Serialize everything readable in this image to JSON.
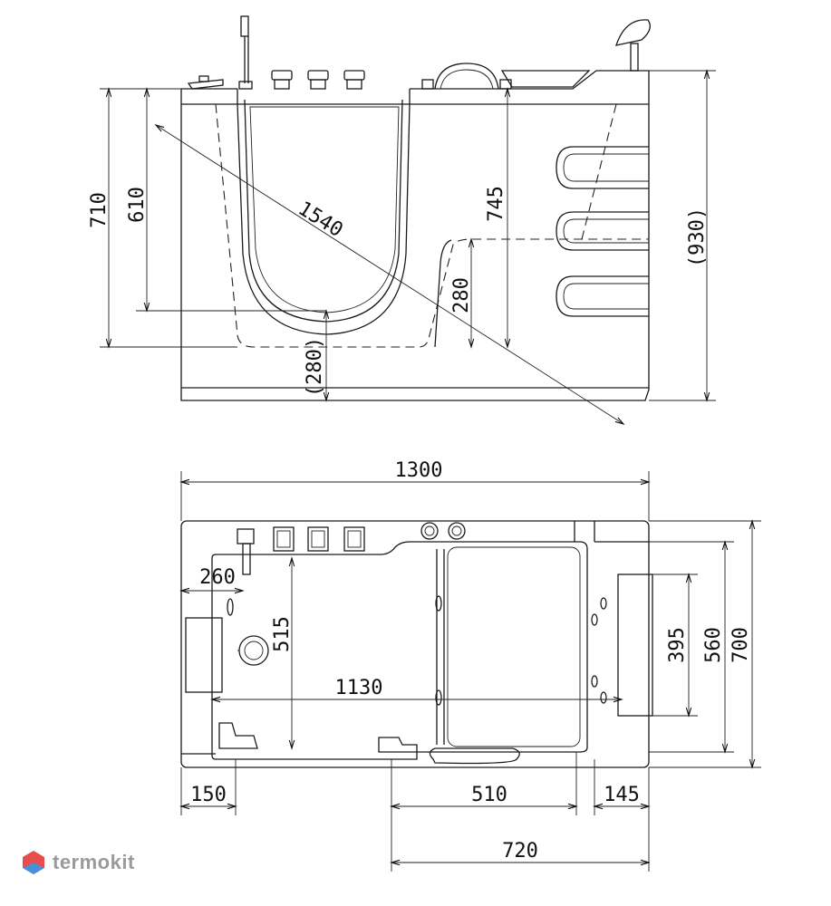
{
  "side_view": {
    "dims": {
      "d710": "710",
      "d610": "610",
      "d1540": "1540",
      "d745": "745",
      "d280": "280",
      "d280_paren": "(280)",
      "d930_paren": "(930)"
    }
  },
  "top_view": {
    "dims": {
      "d1300": "1300",
      "d260": "260",
      "d515": "515",
      "d1130": "1130",
      "d395": "395",
      "d560": "560",
      "d700": "700",
      "d150": "150",
      "d510": "510",
      "d145": "145",
      "d720": "720"
    }
  },
  "brand": {
    "name": "termokit",
    "colors": {
      "logo_red": "#e84c4c",
      "logo_blue": "#4a90d9",
      "logo_text": "#9a9a9a"
    },
    "icon": "hexagon-logo-icon"
  }
}
